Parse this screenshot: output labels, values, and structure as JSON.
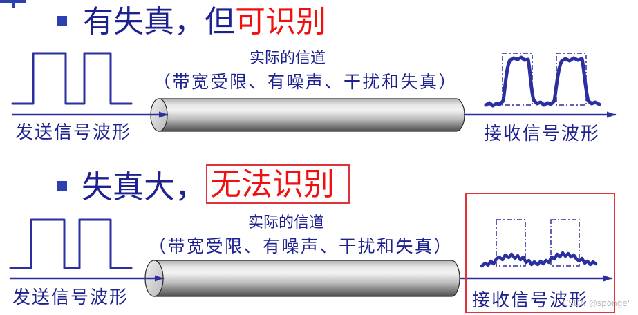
{
  "colors": {
    "text_blue": "#1e2290",
    "highlight_red": "#f01010",
    "wave_blue": "#2b2f9f",
    "bullet_blue": "#2d40b0",
    "frame_red": "#e0343a",
    "watermark_gray": "#b8b8b8"
  },
  "sections": [
    {
      "bullet": {
        "text": "有失真，但",
        "highlight": "可识别"
      },
      "channel": {
        "title": "实际的信道",
        "description": "（带宽受限、有噪声、干扰和失真）"
      },
      "send_label": "发送信号波形",
      "receive_label": "接收信号波形"
    },
    {
      "bullet": {
        "text": "失真大，",
        "highlight": "无法识别"
      },
      "channel": {
        "title": "实际的信道",
        "description": "（带宽受限、有噪声、干扰和失真）"
      },
      "send_label": "发送信号波形",
      "receive_label": "接收信号波形"
    }
  ],
  "watermark": "CSDN @sponge'"
}
